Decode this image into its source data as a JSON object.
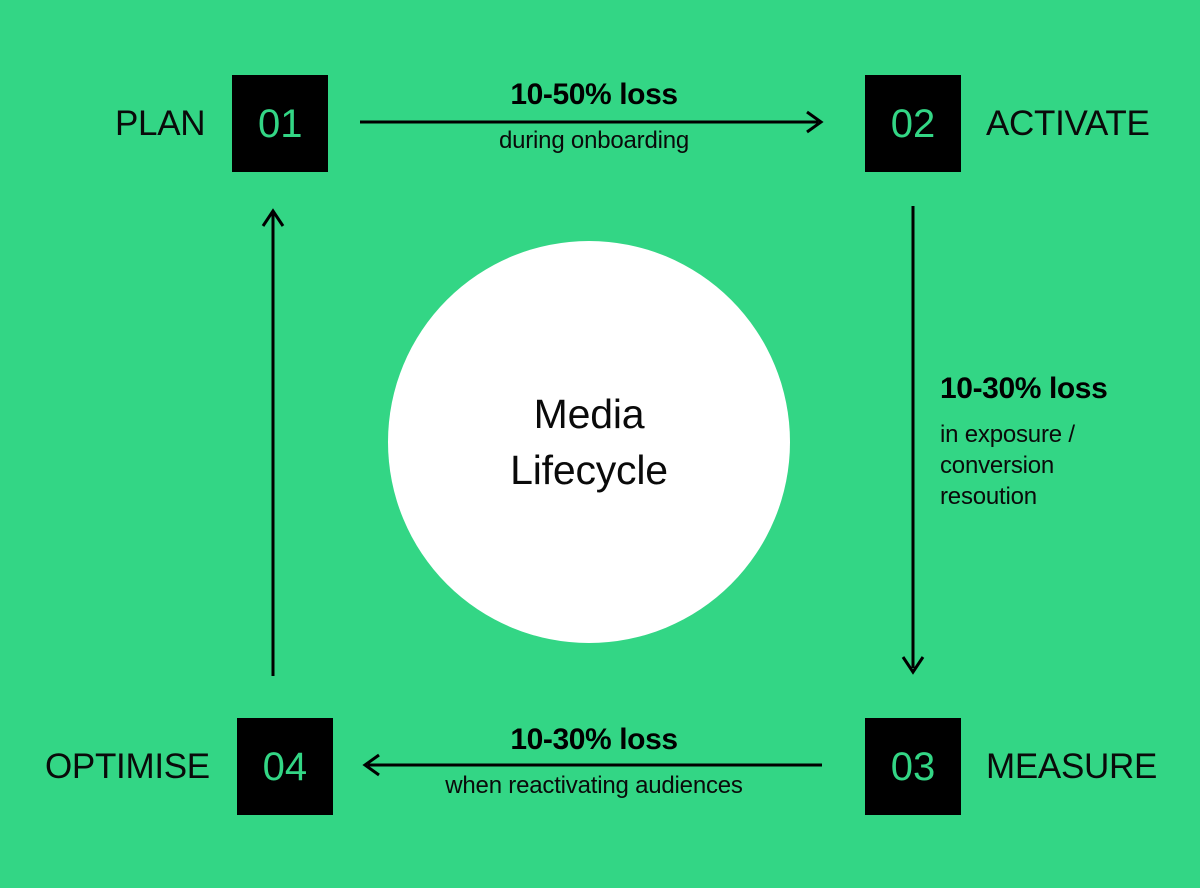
{
  "diagram": {
    "title": "Media Lifecycle",
    "background_color": "#33D685",
    "circle_color": "#FFFFFF",
    "box_color": "#000000",
    "number_color": "#33D685",
    "text_color": "#0A0A0A"
  },
  "center": {
    "line1": "Media",
    "line2": "Lifecycle"
  },
  "stages": [
    {
      "number": "01",
      "label": "PLAN",
      "position": "top-left"
    },
    {
      "number": "02",
      "label": "ACTIVATE",
      "position": "top-right"
    },
    {
      "number": "03",
      "label": "MEASURE",
      "position": "bottom-right"
    },
    {
      "number": "04",
      "label": "OPTIMISE",
      "position": "bottom-left"
    }
  ],
  "transitions": [
    {
      "id": "plan-to-activate",
      "direction": "right",
      "title": "10-50% loss",
      "subtitle": "during onboarding"
    },
    {
      "id": "activate-to-measure",
      "direction": "down",
      "title": "10-30% loss",
      "subtitle": "in exposure / conversion resoution"
    },
    {
      "id": "measure-to-optimise",
      "direction": "left",
      "title": "10-30% loss",
      "subtitle": "when reactivating audiences"
    },
    {
      "id": "optimise-to-plan",
      "direction": "up",
      "title": "",
      "subtitle": ""
    }
  ],
  "right_caption_lines": {
    "line1": "in exposure /",
    "line2": "conversion",
    "line3": "resoution"
  }
}
